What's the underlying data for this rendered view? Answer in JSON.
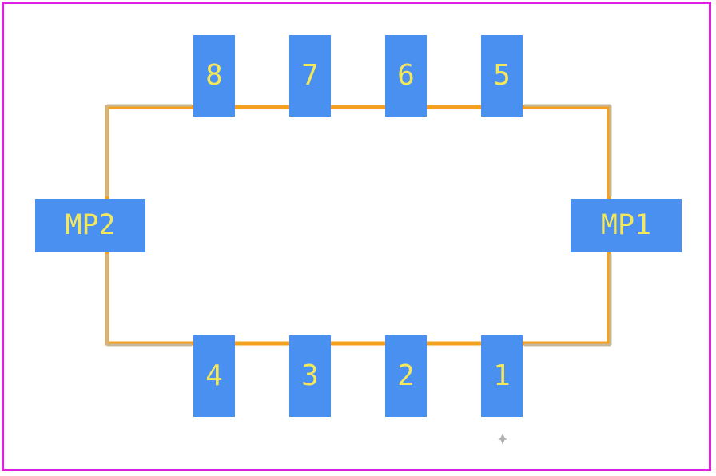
{
  "footprint": {
    "colors": {
      "board_outline": "#e020e0",
      "courtyard": "#f5a020",
      "silkscreen": "#c8b89a",
      "pad": "#4a90f0",
      "pad_label": "#f4e85a",
      "origin_marker": "#b0b0b0"
    },
    "pads": {
      "p8": "8",
      "p7": "7",
      "p6": "6",
      "p5": "5",
      "p4": "4",
      "p3": "3",
      "p2": "2",
      "p1": "1",
      "mp1": "MP1",
      "mp2": "MP2"
    },
    "icons": {
      "origin": "pin1-origin-marker-icon"
    }
  }
}
